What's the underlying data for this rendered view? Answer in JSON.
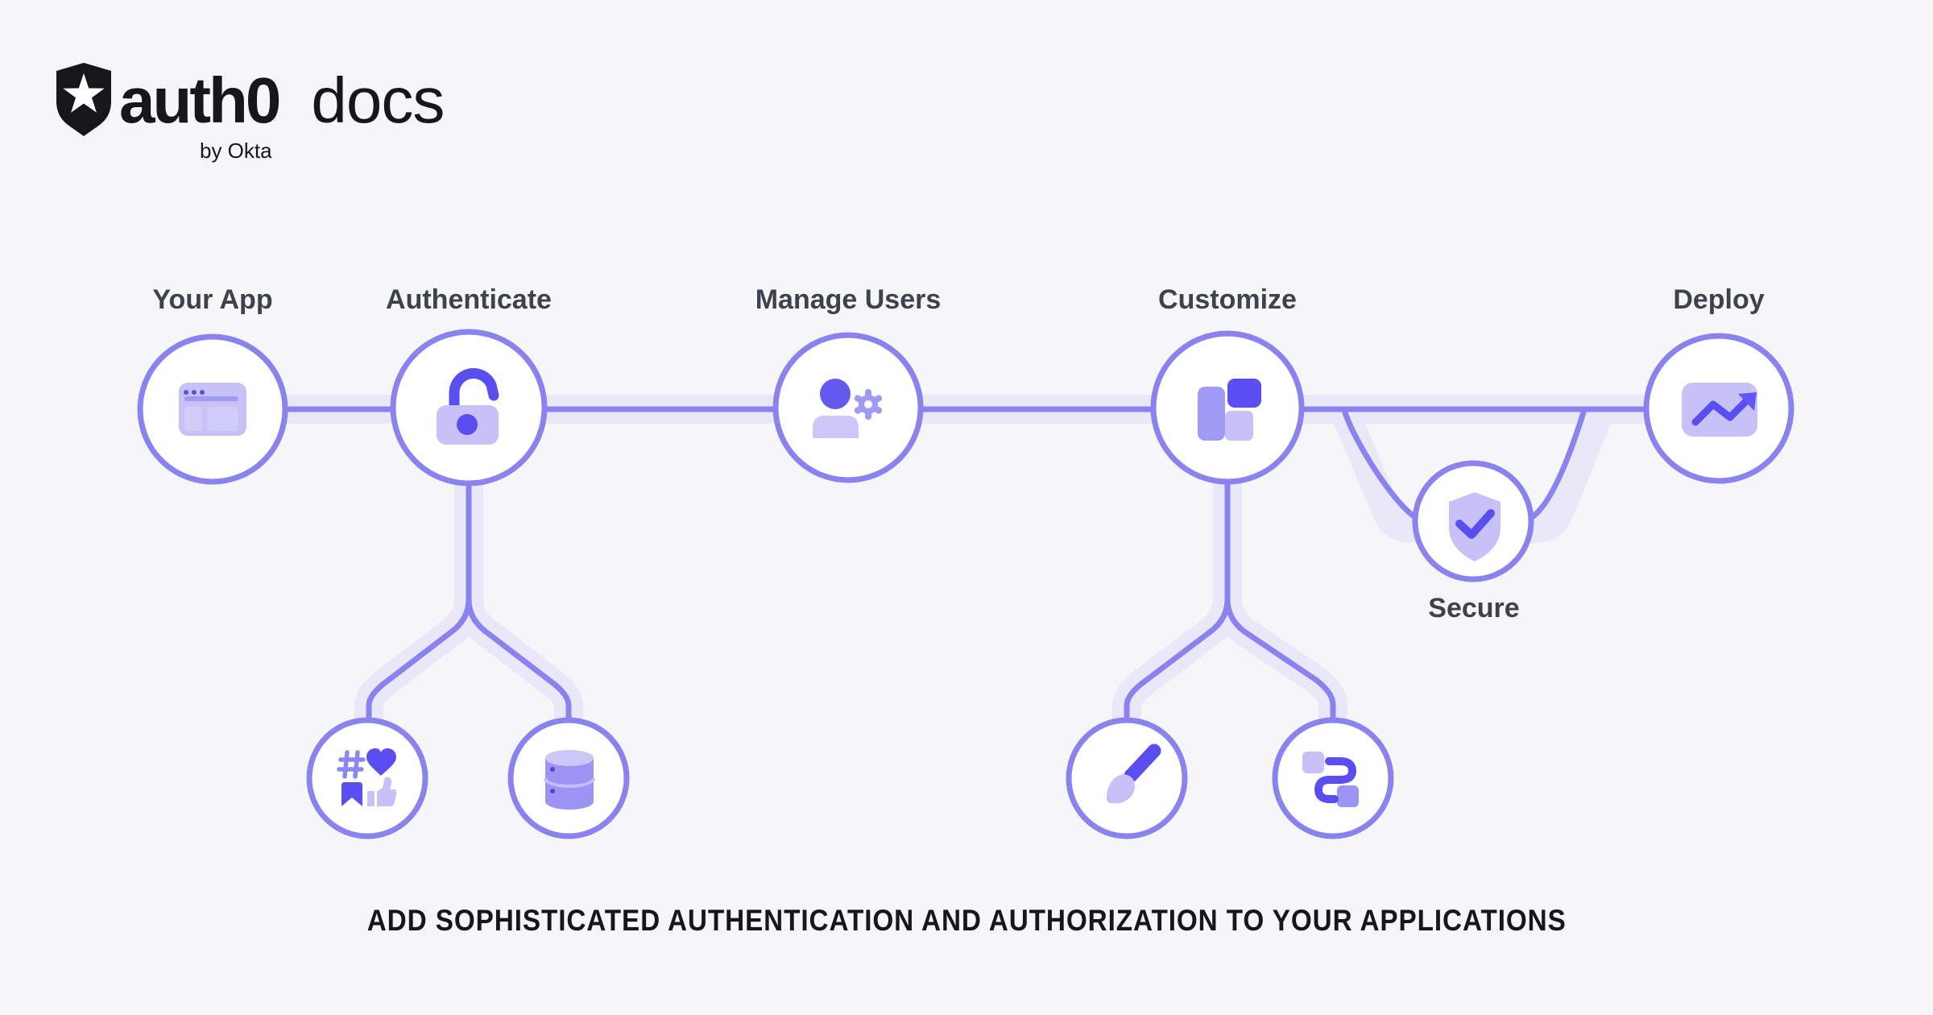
{
  "logo": {
    "brand": "auth0",
    "product": "docs",
    "byline": "by Okta",
    "shield_icon": "auth0-shield-icon",
    "color": "#15171b"
  },
  "tagline": "ADD SOPHISTICATED AUTHENTICATION AND AUTHORIZATION TO YOUR APPLICATIONS",
  "nodes": [
    {
      "id": "your-app",
      "label": "Your App",
      "icon": "browser-window-icon"
    },
    {
      "id": "authenticate",
      "label": "Authenticate",
      "icon": "open-padlock-icon"
    },
    {
      "id": "manage-users",
      "label": "Manage Users",
      "icon": "user-gear-icon"
    },
    {
      "id": "customize",
      "label": "Customize",
      "icon": "layout-blocks-icon"
    },
    {
      "id": "deploy",
      "label": "Deploy",
      "icon": "trend-up-chart-icon"
    },
    {
      "id": "secure",
      "label": "Secure",
      "icon": "shield-check-icon"
    }
  ],
  "subnodes": [
    {
      "id": "social-connections",
      "parent": "authenticate",
      "icon": "social-engagement-icon"
    },
    {
      "id": "database",
      "parent": "authenticate",
      "icon": "database-icon"
    },
    {
      "id": "branding",
      "parent": "customize",
      "icon": "paintbrush-icon"
    },
    {
      "id": "workflow",
      "parent": "customize",
      "icon": "workflow-icon"
    }
  ],
  "colors": {
    "background": "#f6f6f9",
    "connector": "#8a82ee",
    "connector_halo": "#eae8f8",
    "node_border": "#8a82ee",
    "node_fill": "#ffffff",
    "icon_dark": "#5b4ef0",
    "icon_medium": "#a09af4",
    "icon_light": "#c7c1f7",
    "label_text": "#3d434d",
    "tagline_text": "#15171b"
  }
}
